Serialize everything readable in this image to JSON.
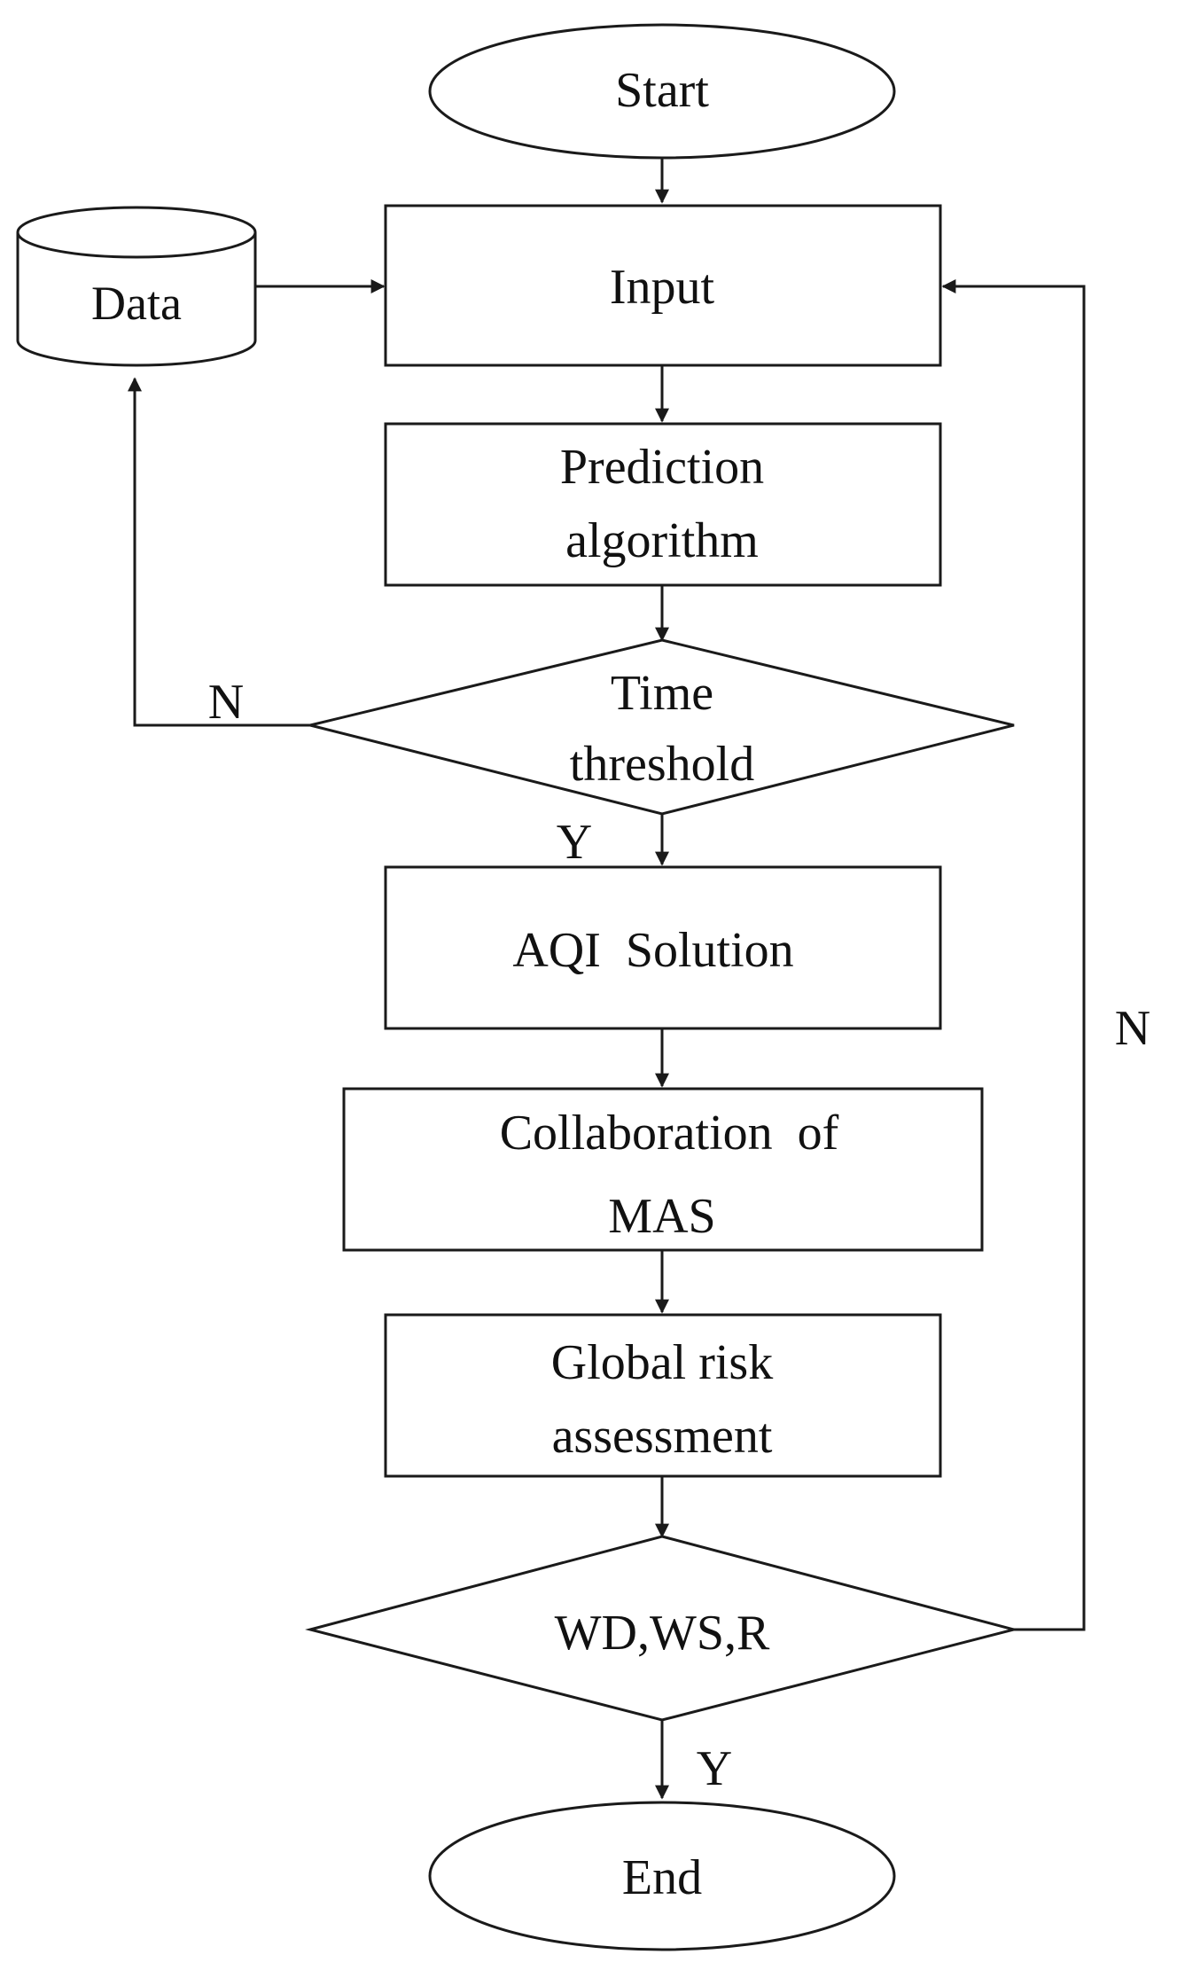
{
  "nodes": {
    "start": {
      "label": "Start"
    },
    "data": {
      "label": "Data"
    },
    "input": {
      "label": "Input"
    },
    "prediction": {
      "lines": [
        "Prediction",
        "algorithm"
      ]
    },
    "time_threshold": {
      "lines": [
        "Time",
        "threshold"
      ]
    },
    "aqi": {
      "label": "AQI  Solution"
    },
    "collaboration": {
      "lines": [
        "Collaboration  of",
        "MAS"
      ]
    },
    "global_risk": {
      "lines": [
        "Global risk",
        "assessment"
      ]
    },
    "wd_ws_r": {
      "label": "WD,WS,R"
    },
    "end": {
      "label": "End"
    }
  },
  "edge_labels": {
    "time_no": "N",
    "time_yes": "Y",
    "wd_no": "N",
    "wd_yes": "Y"
  }
}
